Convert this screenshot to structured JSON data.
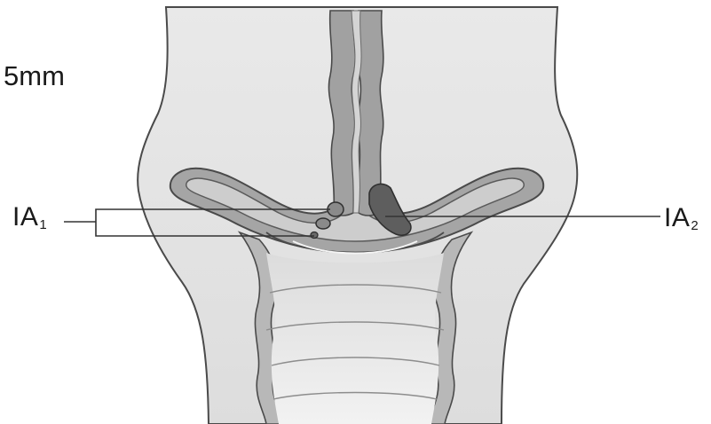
{
  "scale_label": "5mm",
  "labels": {
    "ia1": {
      "main": "IA",
      "sub": "1"
    },
    "ia2": {
      "main": "IA",
      "sub": "2"
    }
  },
  "colors": {
    "outline": "#4a4a4a",
    "tissue_light": "#e8e8e8",
    "tissue_mid": "#c4c4c4",
    "tissue_dark": "#9e9e9e",
    "lumen": "#d6d6d6",
    "lesion": "#5e5e5e"
  }
}
